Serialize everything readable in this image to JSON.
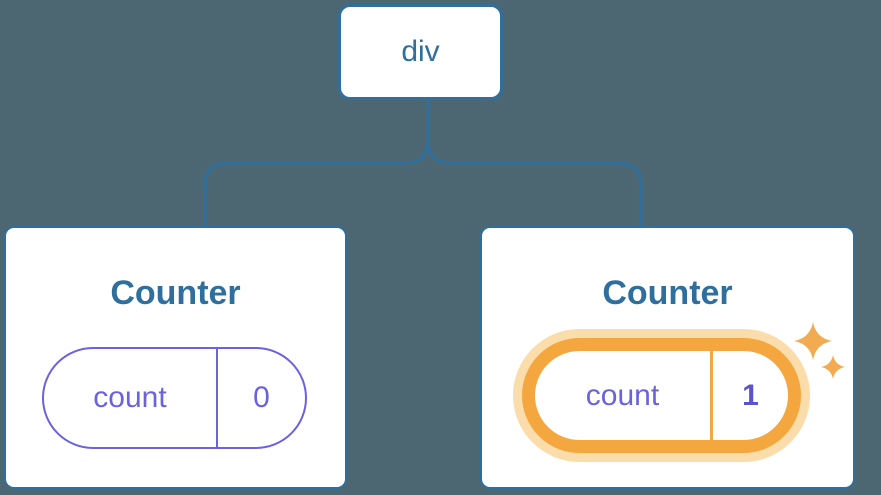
{
  "tree": {
    "root": {
      "label": "div"
    },
    "children": [
      {
        "title": "Counter",
        "state": {
          "key": "count",
          "value": "0"
        },
        "highlighted": false
      },
      {
        "title": "Counter",
        "state": {
          "key": "count",
          "value": "1"
        },
        "highlighted": true
      }
    ]
  },
  "icons": [
    {
      "name": "sparkles-icon",
      "glyph": "✦"
    }
  ],
  "colors": {
    "background": "#4D6772",
    "line_blue": "#2E6F9E",
    "card_bg": "#FFFFFF",
    "purple": "#6A62DE",
    "value_purple": "#5B53CD",
    "orange": "#F5A73F",
    "orange_light": "#FBDDAB",
    "sparkle": "#F3AB52"
  }
}
